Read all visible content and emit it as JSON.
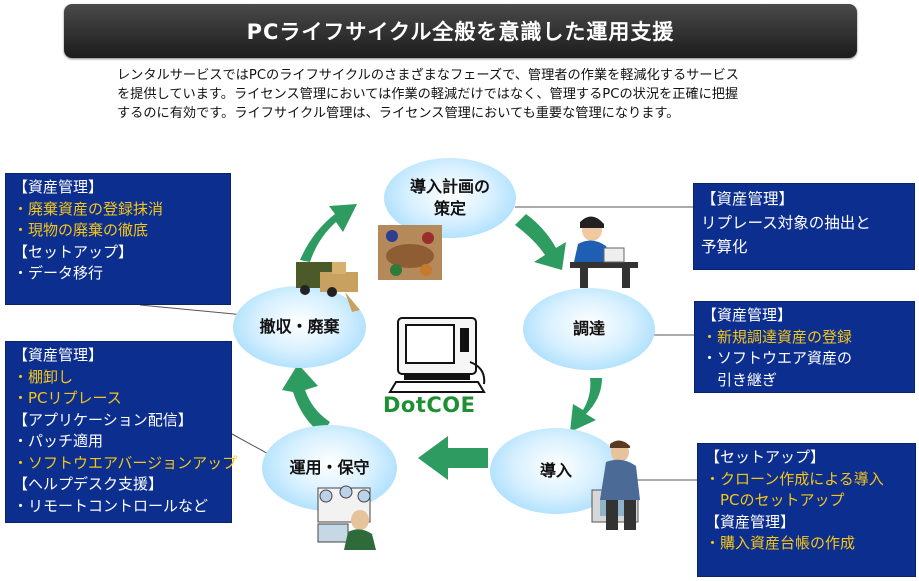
{
  "title": "PCライフサイクル全般を意識した運用支援",
  "intro": [
    "レンタルサービスではPCのライフサイクルのさまざまなフェーズで、管理者の作業を軽減化するサービス",
    "を提供しています。ライセンス管理においては作業の軽減だけではなく、管理するPCの状況を正確に把握",
    "するのに有効です。ライフサイクル管理は、ライセンス管理においても重要な管理になります。"
  ],
  "nodes": {
    "plan": [
      "導入計画の",
      "策定"
    ],
    "procure": "調達",
    "deploy": "導入",
    "operate": "運用・保守",
    "dispose": "撤収・廃棄"
  },
  "logo": "DotCOE",
  "boxes": {
    "dispose": [
      {
        "text": "【資産管理】",
        "highlight": false
      },
      {
        "text": "・廃棄資産の登録抹消",
        "highlight": true
      },
      {
        "text": "・現物の廃棄の徹底",
        "highlight": true
      },
      {
        "text": "【セットアップ】",
        "highlight": false
      },
      {
        "text": "・データ移行",
        "highlight": false
      }
    ],
    "operate": [
      {
        "text": "【資産管理】",
        "highlight": false
      },
      {
        "text": "・棚卸し",
        "highlight": true
      },
      {
        "text": "・PCリプレース",
        "highlight": true
      },
      {
        "text": "【アプリケーション配信】",
        "highlight": false
      },
      {
        "text": "・パッチ適用",
        "highlight": false
      },
      {
        "text": "・ソフトウエアバージョンアップ",
        "highlight": true
      },
      {
        "text": "【ヘルプデスク支援】",
        "highlight": false
      },
      {
        "text": "・リモートコントロールなど",
        "highlight": false
      }
    ],
    "plan": [
      {
        "text": "【資産管理】",
        "highlight": false
      },
      {
        "text": "リプレース対象の抽出と",
        "highlight": false
      },
      {
        "text": "予算化",
        "highlight": false
      }
    ],
    "procure": [
      {
        "text": "【資産管理】",
        "highlight": false
      },
      {
        "text": "・新規調達資産の登録",
        "highlight": true
      },
      {
        "text": "・ソフトウエア資産の",
        "highlight": false
      },
      {
        "text": "　引き継ぎ",
        "highlight": false
      }
    ],
    "deploy": [
      {
        "text": "【セットアップ】",
        "highlight": false
      },
      {
        "text": "・クローン作成による導入",
        "highlight": true
      },
      {
        "text": "　PCのセットアップ",
        "highlight": true
      },
      {
        "text": "【資産管理】",
        "highlight": false
      },
      {
        "text": "・購入資産台帳の作成",
        "highlight": true
      }
    ]
  },
  "colors": {
    "box_bg": "#0c2f8f",
    "highlight": "#f5c518",
    "arrow": "#2e9c60",
    "node_edge": "#8cd3fb"
  }
}
